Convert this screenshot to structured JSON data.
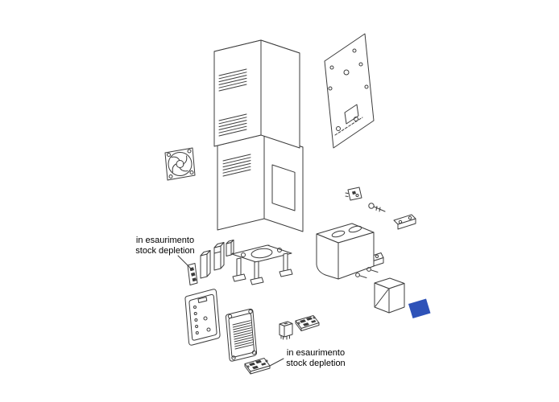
{
  "colors": {
    "background": "#ffffff",
    "line": "#3c3c3c",
    "accent_blue": "#2e52b8"
  },
  "annotations": {
    "stock_note_top": {
      "line1": "in esaurimento",
      "line2": "stock depletion"
    },
    "stock_note_bottom": {
      "line1": "in esaurimento",
      "line2": "stock depletion"
    }
  }
}
